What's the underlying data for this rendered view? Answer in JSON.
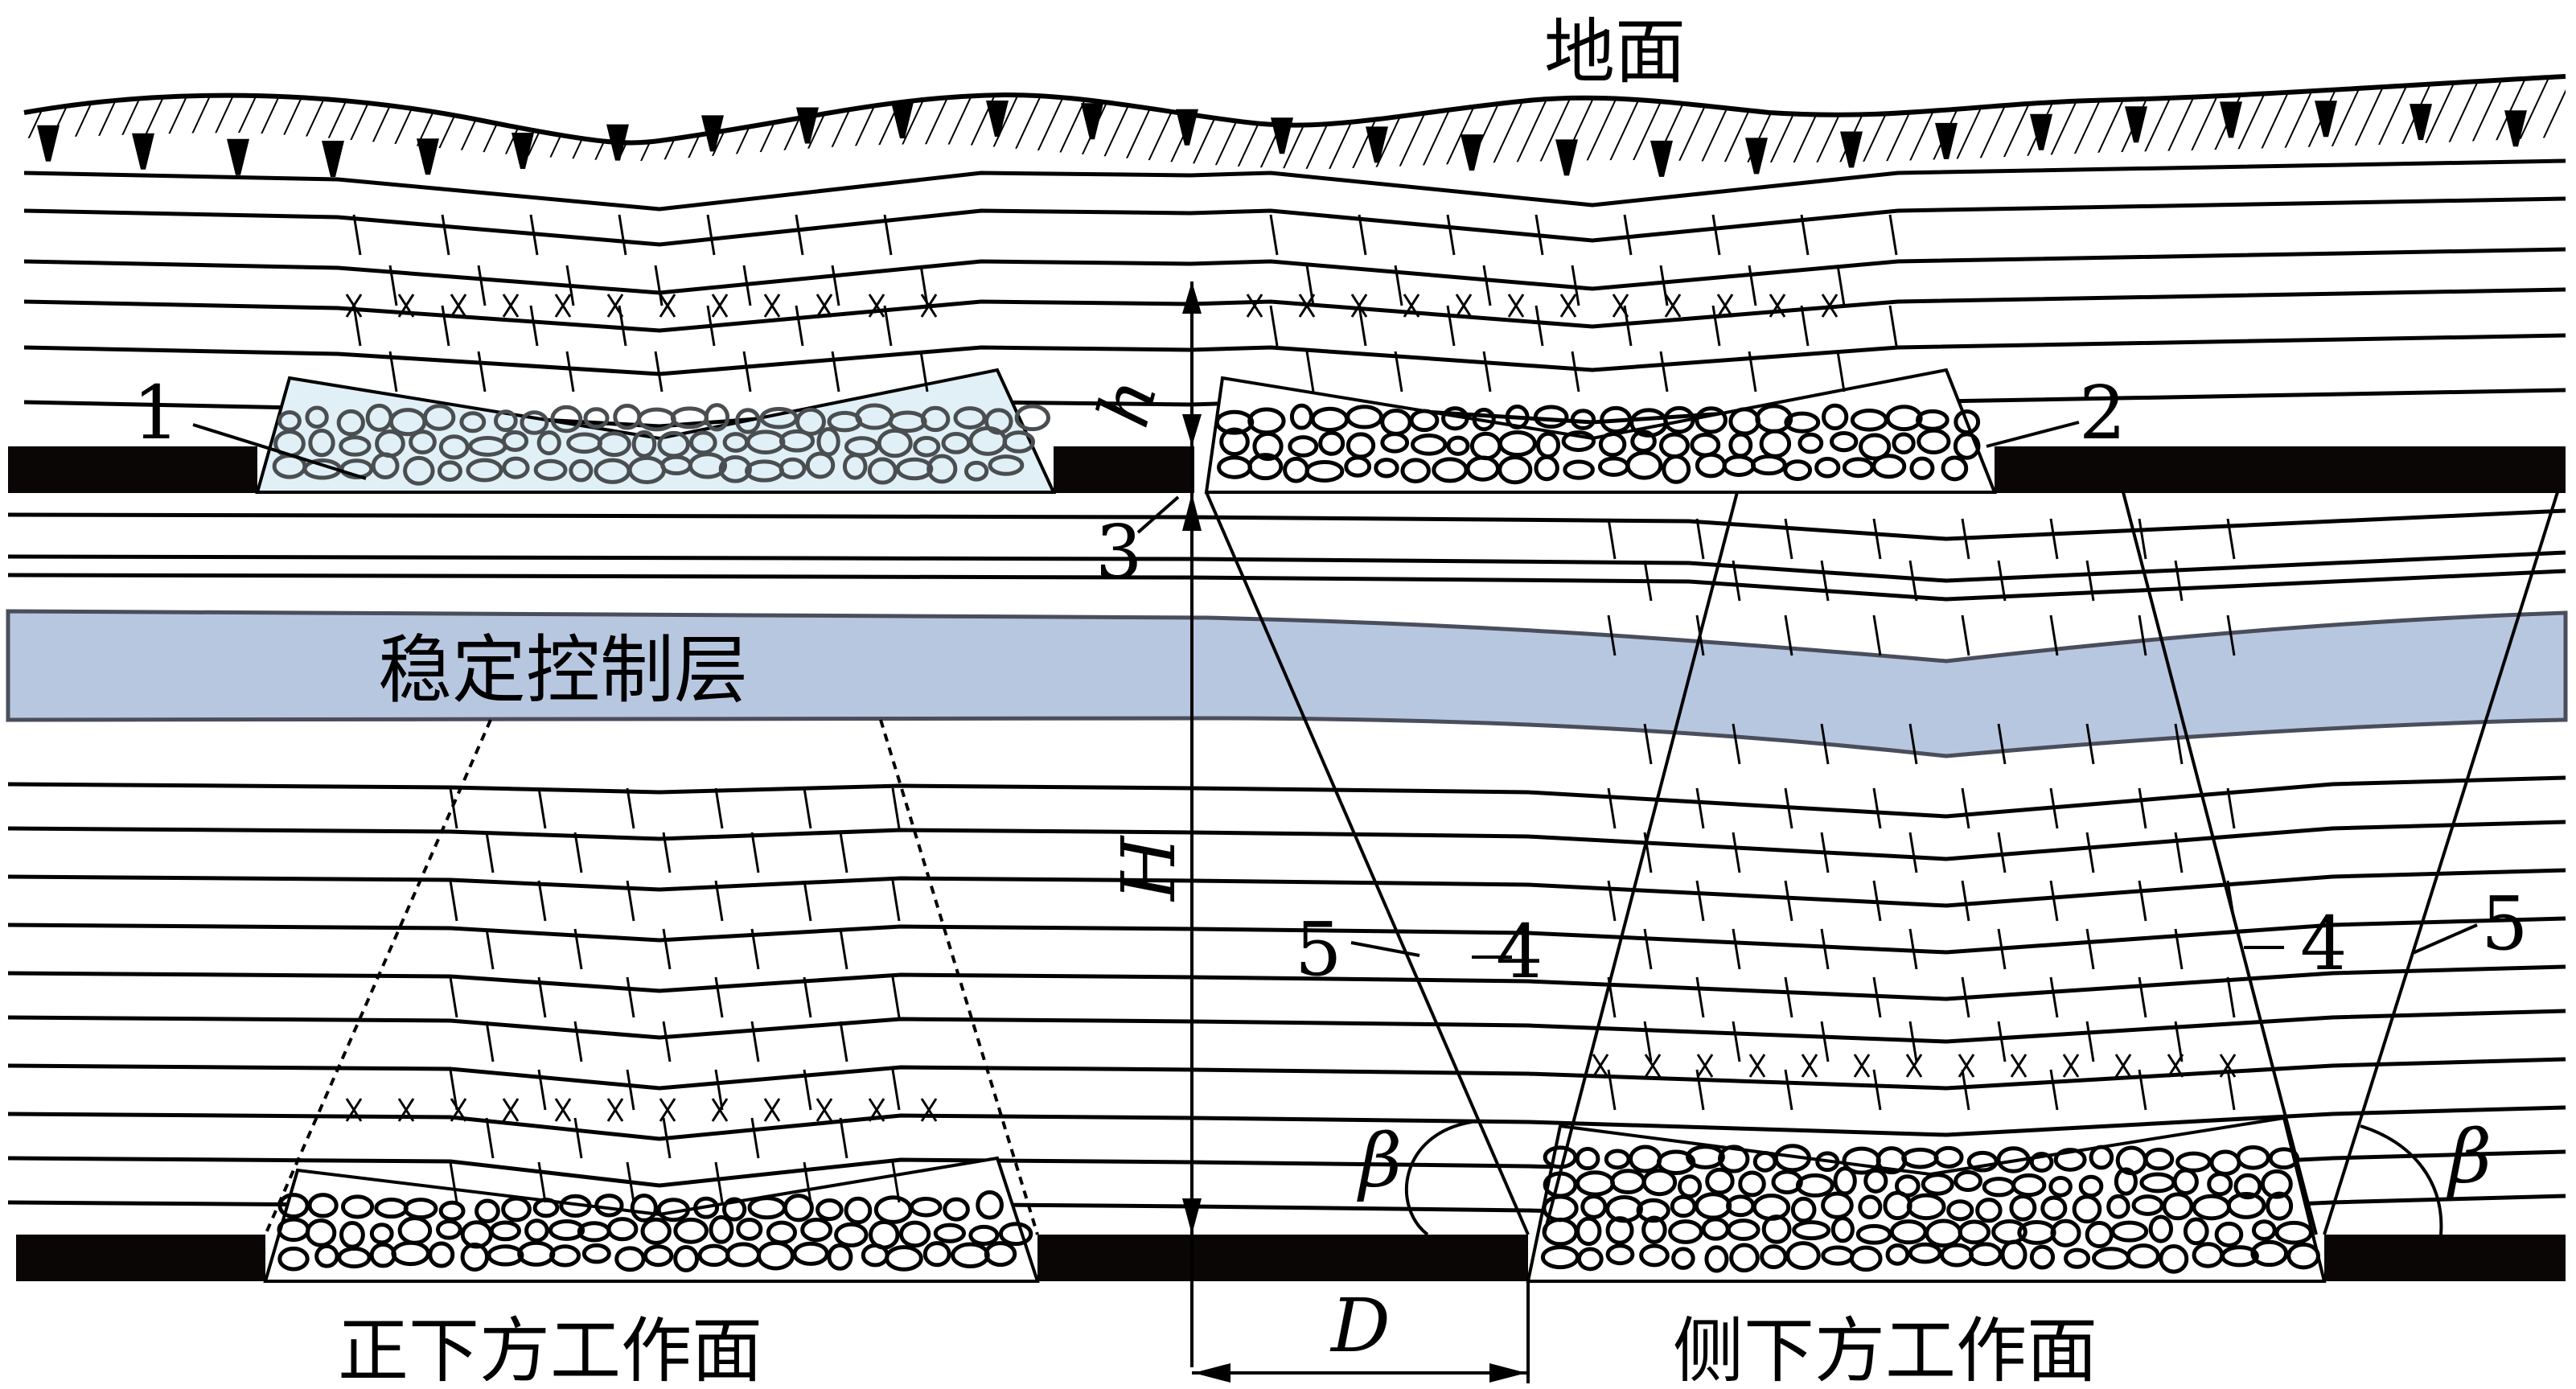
{
  "figure": {
    "title_ground": "地面",
    "stable_layer_label": "稳定控制层",
    "bottom_left_label": "正下方工作面",
    "bottom_right_label": "侧下方工作面",
    "callouts": {
      "n1": "1",
      "n2": "2",
      "n3": "3",
      "n4_left": "4",
      "n4_right": "4",
      "n5_left": "5",
      "n5_right": "5"
    },
    "symbols": {
      "h": "h",
      "H": "H",
      "D": "D",
      "beta_left": "β",
      "beta_right": "β"
    },
    "colors": {
      "stable_layer_fill": "#B8C7E0",
      "goaf1_fill": "#E0F0F6",
      "goaf1_outline": "#4A4E50",
      "coal_seam": "#0A0606",
      "line": "#000000"
    }
  }
}
